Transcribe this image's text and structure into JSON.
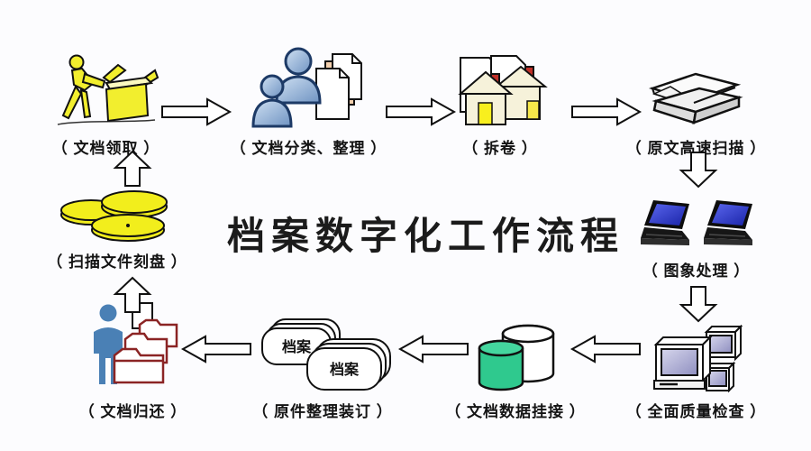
{
  "title": "档案数字化工作流程",
  "nodes": {
    "collect": {
      "label": "（ 文档领取 ）"
    },
    "classify": {
      "label": "（ 文档分类、整理 ）"
    },
    "unbind": {
      "label": "（ 拆卷 ）"
    },
    "scan": {
      "label": "（ 原文高速扫描 ）"
    },
    "image": {
      "label": "（ 图象处理 ）"
    },
    "quality": {
      "label": "（ 全面质量检查 ）"
    },
    "link": {
      "label": "（ 文档数据挂接 ）"
    },
    "bind": {
      "label": "（ 原件整理装订 ）",
      "tag_back": "档案",
      "tag_front": "档案"
    },
    "return": {
      "label": "（ 文档归还 ）"
    },
    "burn": {
      "label": "（ 扫描文件刻盘 ）"
    }
  },
  "colors": {
    "background": "#fcfcfe",
    "box_yellow": "#f2ee2e",
    "person_blue_light": "#cfe0f2",
    "person_blue_dark": "#6f93c2",
    "laptop_screen_blue": "#2633cc",
    "database_green": "#2fc98e",
    "disc_yellow": "#f2ee1c",
    "folder_red": "#8b2424",
    "house_cream": "#f6f2da",
    "house_door_yellow": "#f8ef1e",
    "chimney_red": "#c03028",
    "monitor_lavender": "#a8a8d2",
    "return_person_blue": "#4a80b5",
    "outline_black": "#141414"
  }
}
